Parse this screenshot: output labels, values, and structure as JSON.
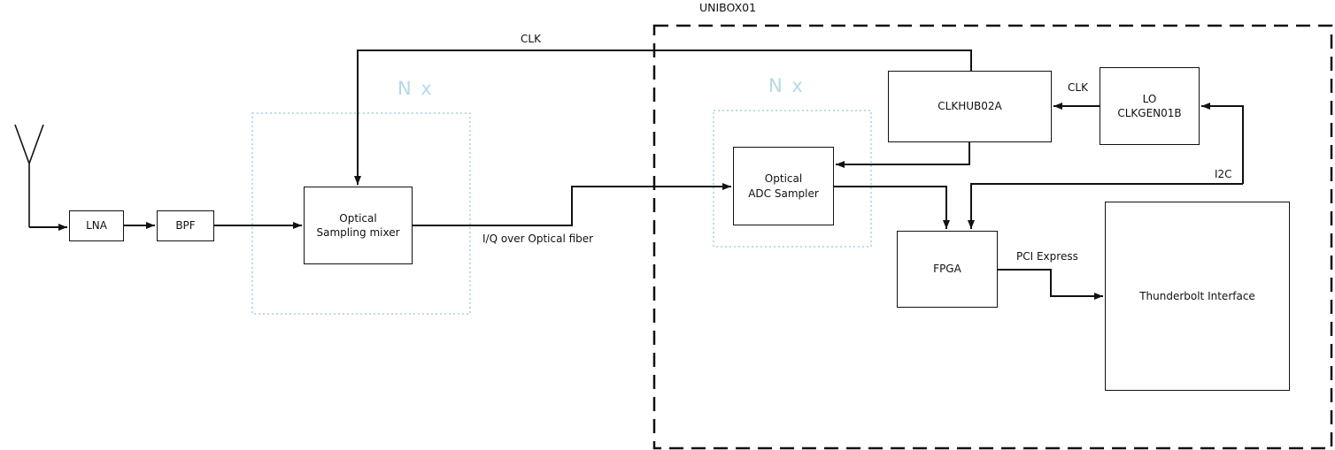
{
  "diagram": {
    "title": "UNIBOX01",
    "groups": {
      "mixer_group_label": "N x",
      "adc_group_label": "N x"
    },
    "blocks": {
      "lna": {
        "label": "LNA"
      },
      "bpf": {
        "label": "BPF"
      },
      "mixer": {
        "label": "Optical\nSampling mixer"
      },
      "clkhub": {
        "label": "CLKHUB02A"
      },
      "lo": {
        "label": "LO\nCLKGEN01B"
      },
      "adc": {
        "label": "Optical\nADC Sampler"
      },
      "fpga": {
        "label": "FPGA"
      },
      "thunderbolt": {
        "label": "Thunderbolt Interface"
      }
    },
    "edge_labels": {
      "clk_top": "CLK",
      "clk_lo_to_hub": "CLK",
      "i2c": "I2C",
      "iq_fiber": "I/Q over Optical fiber",
      "pci_express": "PCI Express"
    },
    "colors": {
      "line": "#111111",
      "accent_blue": "#b5d9e9",
      "group_border_blue": "#a9cfe0"
    }
  }
}
